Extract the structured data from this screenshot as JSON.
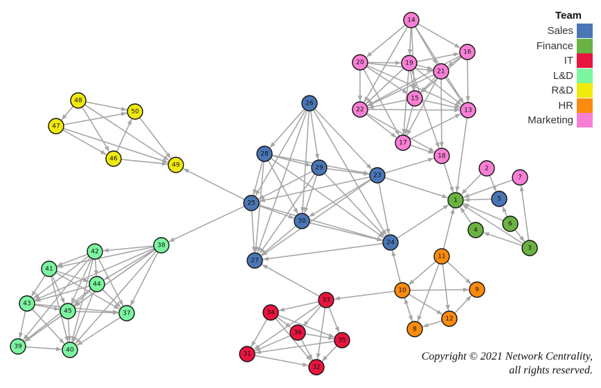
{
  "legend": {
    "title": "Team",
    "teams": [
      {
        "name": "Sales",
        "color": "#4a76b6"
      },
      {
        "name": "Finance",
        "color": "#6ab343"
      },
      {
        "name": "IT",
        "color": "#e8153f"
      },
      {
        "name": "L&D",
        "color": "#7bf5a0"
      },
      {
        "name": "R&D",
        "color": "#f0ea0d"
      },
      {
        "name": "HR",
        "color": "#fb8b0e"
      },
      {
        "name": "Marketing",
        "color": "#f97fd6"
      }
    ]
  },
  "copyright": {
    "line1": "Copyright © 2021 Network Centrality,",
    "line2": "all rights reserved."
  },
  "graph": {
    "nodes": [
      {
        "id": "1",
        "team": "Finance"
      },
      {
        "id": "2",
        "team": "Marketing"
      },
      {
        "id": "3",
        "team": "Finance"
      },
      {
        "id": "4",
        "team": "Finance"
      },
      {
        "id": "5",
        "team": "Sales"
      },
      {
        "id": "6",
        "team": "Finance"
      },
      {
        "id": "7",
        "team": "Marketing"
      },
      {
        "id": "8",
        "team": "HR"
      },
      {
        "id": "9",
        "team": "HR"
      },
      {
        "id": "10",
        "team": "HR"
      },
      {
        "id": "11",
        "team": "HR"
      },
      {
        "id": "12",
        "team": "HR"
      },
      {
        "id": "13",
        "team": "Marketing"
      },
      {
        "id": "14",
        "team": "Marketing"
      },
      {
        "id": "15",
        "team": "Marketing"
      },
      {
        "id": "16",
        "team": "Marketing"
      },
      {
        "id": "17",
        "team": "Marketing"
      },
      {
        "id": "18",
        "team": "Marketing"
      },
      {
        "id": "19",
        "team": "Marketing"
      },
      {
        "id": "20",
        "team": "Marketing"
      },
      {
        "id": "21",
        "team": "Marketing"
      },
      {
        "id": "22",
        "team": "Marketing"
      },
      {
        "id": "23",
        "team": "Sales"
      },
      {
        "id": "24",
        "team": "Sales"
      },
      {
        "id": "25",
        "team": "Sales"
      },
      {
        "id": "26",
        "team": "Sales"
      },
      {
        "id": "27",
        "team": "Sales"
      },
      {
        "id": "28",
        "team": "Sales"
      },
      {
        "id": "29",
        "team": "Sales"
      },
      {
        "id": "30",
        "team": "Sales"
      },
      {
        "id": "31",
        "team": "IT"
      },
      {
        "id": "32",
        "team": "IT"
      },
      {
        "id": "33",
        "team": "IT"
      },
      {
        "id": "34",
        "team": "IT"
      },
      {
        "id": "35",
        "team": "IT"
      },
      {
        "id": "36",
        "team": "IT"
      },
      {
        "id": "37",
        "team": "L&D"
      },
      {
        "id": "38",
        "team": "L&D"
      },
      {
        "id": "39",
        "team": "L&D"
      },
      {
        "id": "40",
        "team": "L&D"
      },
      {
        "id": "41",
        "team": "L&D"
      },
      {
        "id": "42",
        "team": "L&D"
      },
      {
        "id": "43",
        "team": "L&D"
      },
      {
        "id": "44",
        "team": "L&D"
      },
      {
        "id": "45",
        "team": "L&D"
      },
      {
        "id": "46",
        "team": "R&D"
      },
      {
        "id": "47",
        "team": "R&D"
      },
      {
        "id": "48",
        "team": "R&D"
      },
      {
        "id": "49",
        "team": "R&D"
      },
      {
        "id": "50",
        "team": "R&D"
      }
    ],
    "edges": [
      [
        "2",
        "1"
      ],
      [
        "7",
        "1"
      ],
      [
        "5",
        "1"
      ],
      [
        "4",
        "1"
      ],
      [
        "6",
        "1"
      ],
      [
        "3",
        "1"
      ],
      [
        "3",
        "7"
      ],
      [
        "3",
        "4"
      ],
      [
        "6",
        "5"
      ],
      [
        "2",
        "5"
      ],
      [
        "6",
        "3"
      ],
      [
        "18",
        "1"
      ],
      [
        "13",
        "1"
      ],
      [
        "24",
        "1"
      ],
      [
        "11",
        "1"
      ],
      [
        "23",
        "1"
      ],
      [
        "23",
        "18"
      ],
      [
        "10",
        "24"
      ],
      [
        "10",
        "33"
      ],
      [
        "10",
        "9"
      ],
      [
        "10",
        "8"
      ],
      [
        "10",
        "12"
      ],
      [
        "11",
        "10"
      ],
      [
        "11",
        "9"
      ],
      [
        "11",
        "8"
      ],
      [
        "11",
        "12"
      ],
      [
        "12",
        "9"
      ],
      [
        "12",
        "8"
      ],
      [
        "8",
        "10"
      ],
      [
        "14",
        "20"
      ],
      [
        "14",
        "19"
      ],
      [
        "14",
        "16"
      ],
      [
        "14",
        "21"
      ],
      [
        "14",
        "13"
      ],
      [
        "14",
        "15"
      ],
      [
        "14",
        "22"
      ],
      [
        "20",
        "19"
      ],
      [
        "20",
        "22"
      ],
      [
        "20",
        "17"
      ],
      [
        "20",
        "21"
      ],
      [
        "20",
        "13"
      ],
      [
        "20",
        "15"
      ],
      [
        "19",
        "16"
      ],
      [
        "19",
        "21"
      ],
      [
        "19",
        "15"
      ],
      [
        "19",
        "13"
      ],
      [
        "19",
        "17"
      ],
      [
        "19",
        "22"
      ],
      [
        "19",
        "18"
      ],
      [
        "16",
        "21"
      ],
      [
        "16",
        "13"
      ],
      [
        "16",
        "22"
      ],
      [
        "16",
        "15"
      ],
      [
        "21",
        "15"
      ],
      [
        "21",
        "13"
      ],
      [
        "21",
        "17"
      ],
      [
        "21",
        "22"
      ],
      [
        "21",
        "18"
      ],
      [
        "15",
        "13"
      ],
      [
        "15",
        "17"
      ],
      [
        "15",
        "22"
      ],
      [
        "22",
        "13"
      ],
      [
        "22",
        "17"
      ],
      [
        "17",
        "18"
      ],
      [
        "17",
        "13"
      ],
      [
        "22",
        "18"
      ],
      [
        "26",
        "28"
      ],
      [
        "26",
        "29"
      ],
      [
        "26",
        "25"
      ],
      [
        "26",
        "23"
      ],
      [
        "26",
        "24"
      ],
      [
        "26",
        "30"
      ],
      [
        "26",
        "27"
      ],
      [
        "28",
        "29"
      ],
      [
        "28",
        "25"
      ],
      [
        "28",
        "30"
      ],
      [
        "28",
        "23"
      ],
      [
        "28",
        "27"
      ],
      [
        "28",
        "24"
      ],
      [
        "29",
        "23"
      ],
      [
        "29",
        "25"
      ],
      [
        "29",
        "30"
      ],
      [
        "29",
        "27"
      ],
      [
        "29",
        "24"
      ],
      [
        "23",
        "25"
      ],
      [
        "23",
        "30"
      ],
      [
        "23",
        "27"
      ],
      [
        "23",
        "24"
      ],
      [
        "25",
        "30"
      ],
      [
        "25",
        "27"
      ],
      [
        "25",
        "24"
      ],
      [
        "30",
        "24"
      ],
      [
        "30",
        "27"
      ],
      [
        "24",
        "27"
      ],
      [
        "25",
        "38"
      ],
      [
        "25",
        "49"
      ],
      [
        "33",
        "27"
      ],
      [
        "33",
        "34"
      ],
      [
        "33",
        "36"
      ],
      [
        "33",
        "35"
      ],
      [
        "33",
        "31"
      ],
      [
        "33",
        "32"
      ],
      [
        "34",
        "36"
      ],
      [
        "34",
        "31"
      ],
      [
        "34",
        "32"
      ],
      [
        "34",
        "35"
      ],
      [
        "36",
        "35"
      ],
      [
        "36",
        "31"
      ],
      [
        "36",
        "32"
      ],
      [
        "35",
        "32"
      ],
      [
        "35",
        "31"
      ],
      [
        "31",
        "32"
      ],
      [
        "38",
        "42"
      ],
      [
        "38",
        "41"
      ],
      [
        "38",
        "44"
      ],
      [
        "38",
        "43"
      ],
      [
        "38",
        "45"
      ],
      [
        "38",
        "37"
      ],
      [
        "38",
        "39"
      ],
      [
        "38",
        "40"
      ],
      [
        "42",
        "41"
      ],
      [
        "42",
        "44"
      ],
      [
        "42",
        "43"
      ],
      [
        "42",
        "45"
      ],
      [
        "42",
        "37"
      ],
      [
        "42",
        "39"
      ],
      [
        "42",
        "40"
      ],
      [
        "41",
        "44"
      ],
      [
        "41",
        "43"
      ],
      [
        "41",
        "45"
      ],
      [
        "41",
        "37"
      ],
      [
        "41",
        "40"
      ],
      [
        "44",
        "43"
      ],
      [
        "44",
        "45"
      ],
      [
        "44",
        "37"
      ],
      [
        "44",
        "39"
      ],
      [
        "44",
        "40"
      ],
      [
        "43",
        "45"
      ],
      [
        "43",
        "39"
      ],
      [
        "43",
        "40"
      ],
      [
        "43",
        "37"
      ],
      [
        "45",
        "37"
      ],
      [
        "45",
        "39"
      ],
      [
        "45",
        "40"
      ],
      [
        "37",
        "40"
      ],
      [
        "39",
        "40"
      ],
      [
        "48",
        "47"
      ],
      [
        "48",
        "50"
      ],
      [
        "48",
        "46"
      ],
      [
        "48",
        "49"
      ],
      [
        "47",
        "50"
      ],
      [
        "47",
        "46"
      ],
      [
        "47",
        "49"
      ],
      [
        "46",
        "50"
      ],
      [
        "46",
        "49"
      ],
      [
        "50",
        "49"
      ]
    ]
  }
}
